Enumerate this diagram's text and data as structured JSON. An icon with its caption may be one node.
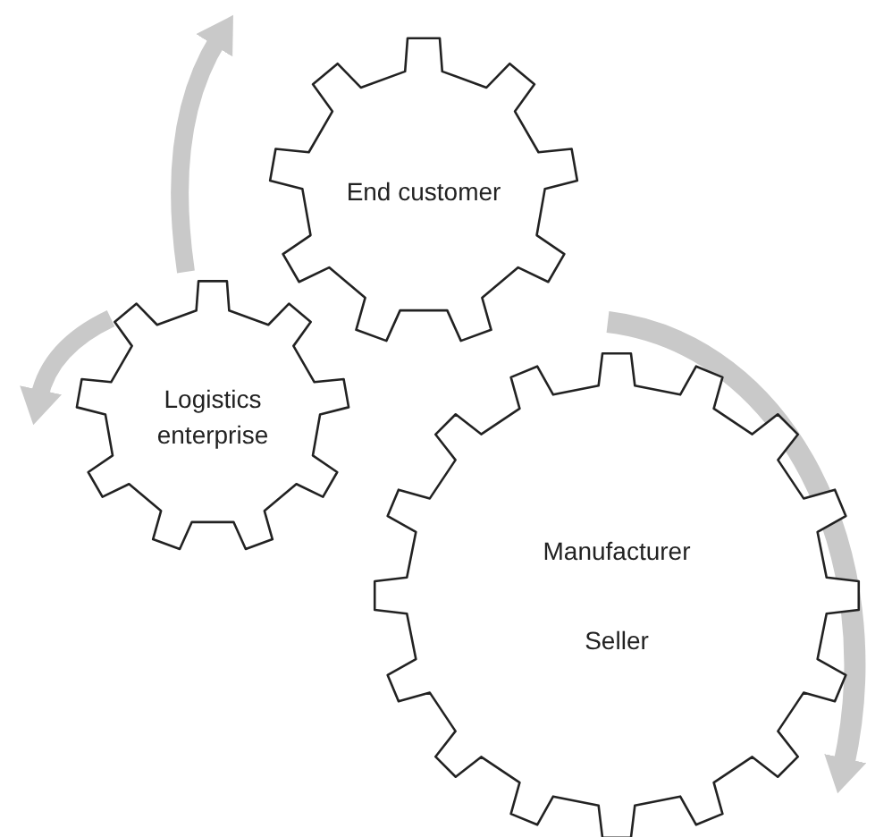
{
  "diagram": {
    "nodes": [
      {
        "text": [
          "End customer"
        ]
      },
      {
        "text": [
          "Logistics enterprise"
        ]
      },
      {
        "text": [
          "Manufacturer",
          "Seller"
        ]
      }
    ]
  }
}
